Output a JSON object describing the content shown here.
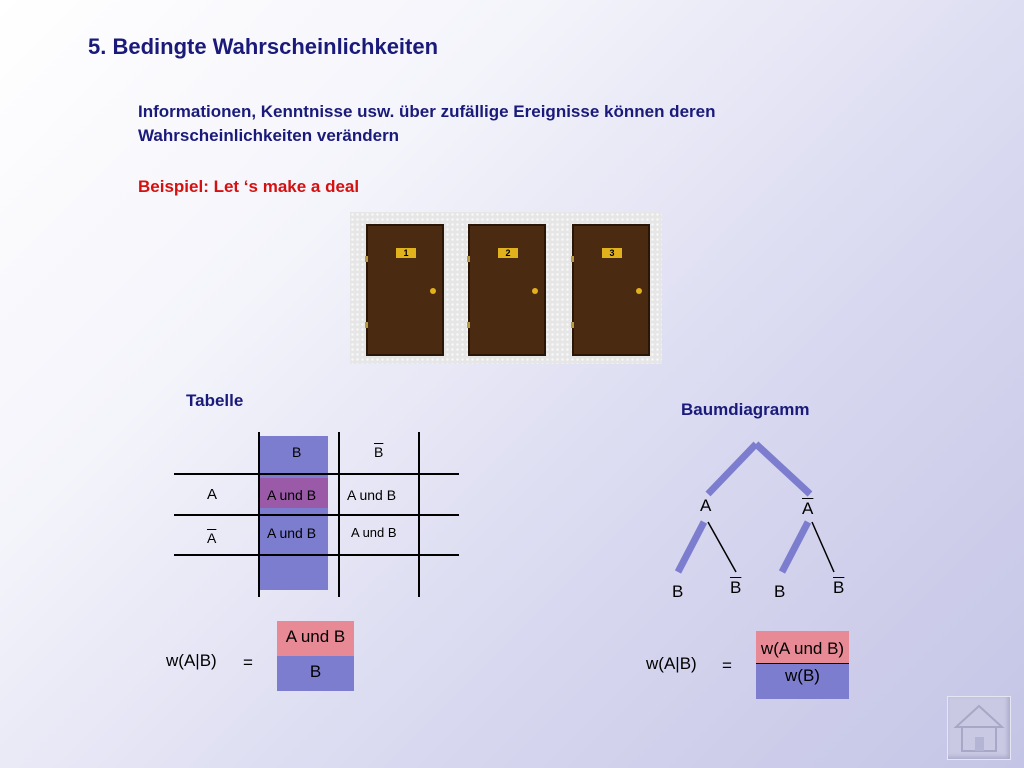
{
  "title": "5.  Bedingte Wahrscheinlichkeiten",
  "intro": {
    "line1": "Informationen, Kenntnisse usw. über zufällige Ereignisse können deren",
    "line2": "Wahrscheinlichkeiten verändern"
  },
  "example": "Beispiel:  Let ‘s make a deal",
  "doors": [
    "1",
    "2",
    "3"
  ],
  "table": {
    "heading": "Tabelle",
    "col_headers": [
      "B",
      "B"
    ],
    "row_headers": [
      "A",
      "A"
    ],
    "cells": [
      [
        "A und B",
        "A und B"
      ],
      [
        "A und B",
        "A und B"
      ]
    ],
    "formula": {
      "lhs": "w(A|B)",
      "eq": "=",
      "numerator": "A und B",
      "denominator": "B"
    }
  },
  "tree": {
    "heading": "Baumdiagramm",
    "level1": [
      "A",
      "A"
    ],
    "level2": [
      "B",
      "B",
      "B",
      "B"
    ],
    "formula": {
      "lhs": "w(A|B)",
      "eq": "=",
      "numerator": "w(A und B)",
      "denominator": "w(B)"
    }
  },
  "colors": {
    "title": "#1a1a7a",
    "example": "#d41010",
    "highlight_blue": "#7d7dd0",
    "highlight_red": "#e88a96"
  },
  "icons": {
    "home": "home-icon"
  }
}
